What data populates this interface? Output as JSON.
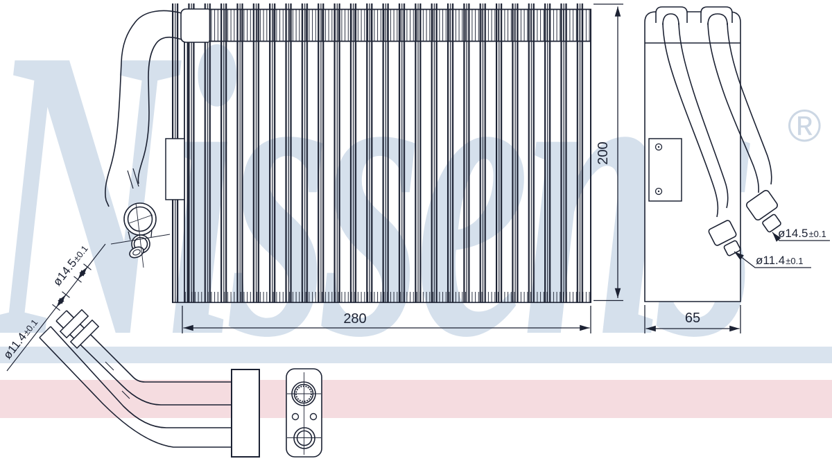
{
  "brand": {
    "watermark_text": "Nissens",
    "registered_mark": "®"
  },
  "front_view": {
    "width_mm": "280",
    "height_mm": "200"
  },
  "side_view": {
    "depth_mm": "65",
    "large_pipe": {
      "diameter": "ø14.5",
      "tolerance": "±0.1"
    },
    "small_pipe": {
      "diameter": "ø11.4",
      "tolerance": "±0.1"
    }
  },
  "bottom_view": {
    "large_pipe": {
      "diameter": "ø14.5",
      "tolerance": "±0.1"
    },
    "small_pipe": {
      "diameter": "ø11.4",
      "tolerance": "±0.1"
    }
  },
  "colors": {
    "line": "#1c2233",
    "watermark": "#d5e0ec",
    "stripe_blue": "#d9e3ee",
    "stripe_pink": "#f5dce0",
    "background": "#ffffff"
  }
}
